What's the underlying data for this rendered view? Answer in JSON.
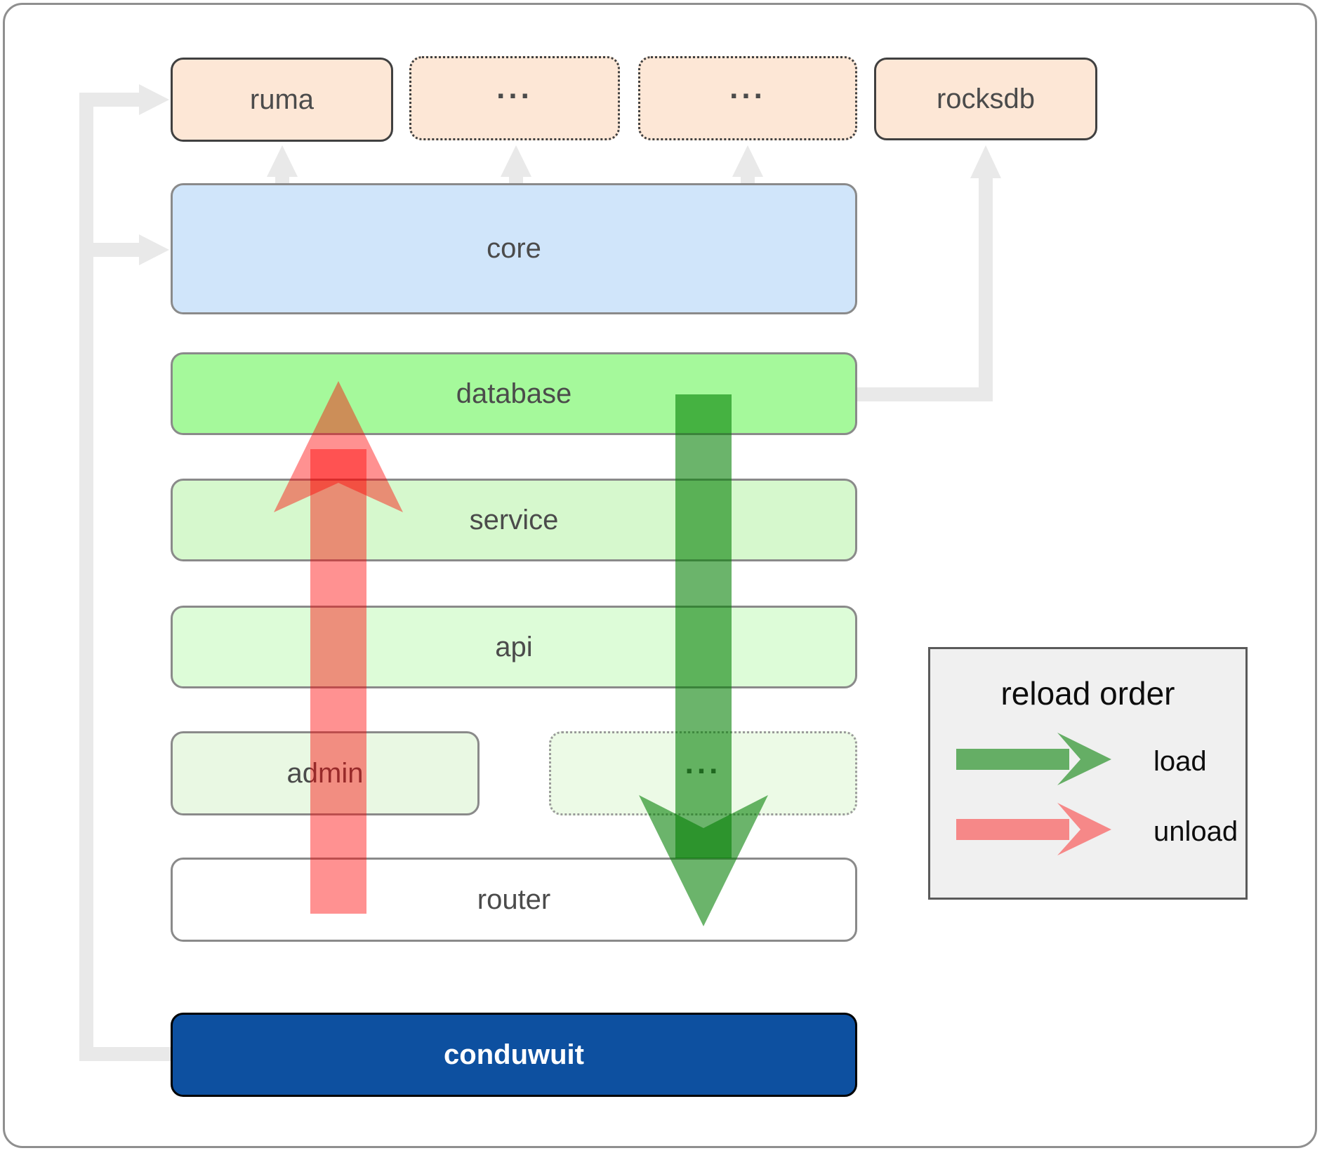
{
  "nodes": {
    "ruma": {
      "label": "ruma"
    },
    "dots1": {
      "label": "..."
    },
    "dots2": {
      "label": "..."
    },
    "rocksdb": {
      "label": "rocksdb"
    },
    "core": {
      "label": "core"
    },
    "database": {
      "label": "database"
    },
    "service": {
      "label": "service"
    },
    "api": {
      "label": "api"
    },
    "admin": {
      "label": "admin"
    },
    "dots3": {
      "label": "..."
    },
    "router": {
      "label": "router"
    },
    "conduwuit": {
      "label": "conduwuit"
    }
  },
  "legend": {
    "title": "reload order",
    "load_label": "load",
    "unload_label": "unload"
  },
  "colors": {
    "module_peach_fill": "#fde7d6",
    "core_fill": "#d0e5fa",
    "database_fill": "#a5f99b",
    "service_fill": "#d6f8cd",
    "api_fill": "#ddfcd8",
    "admin_fill": "#e9f8e3",
    "admin_dots_fill": "#ecfae6",
    "router_fill": "#ffffff",
    "conduwuit_fill": "#0d50a0",
    "legend_bg": "#f0f0f0",
    "load_arrow": "#007d00",
    "unload_arrow": "#ff0000",
    "connector_gray": "#e9e9e9"
  }
}
